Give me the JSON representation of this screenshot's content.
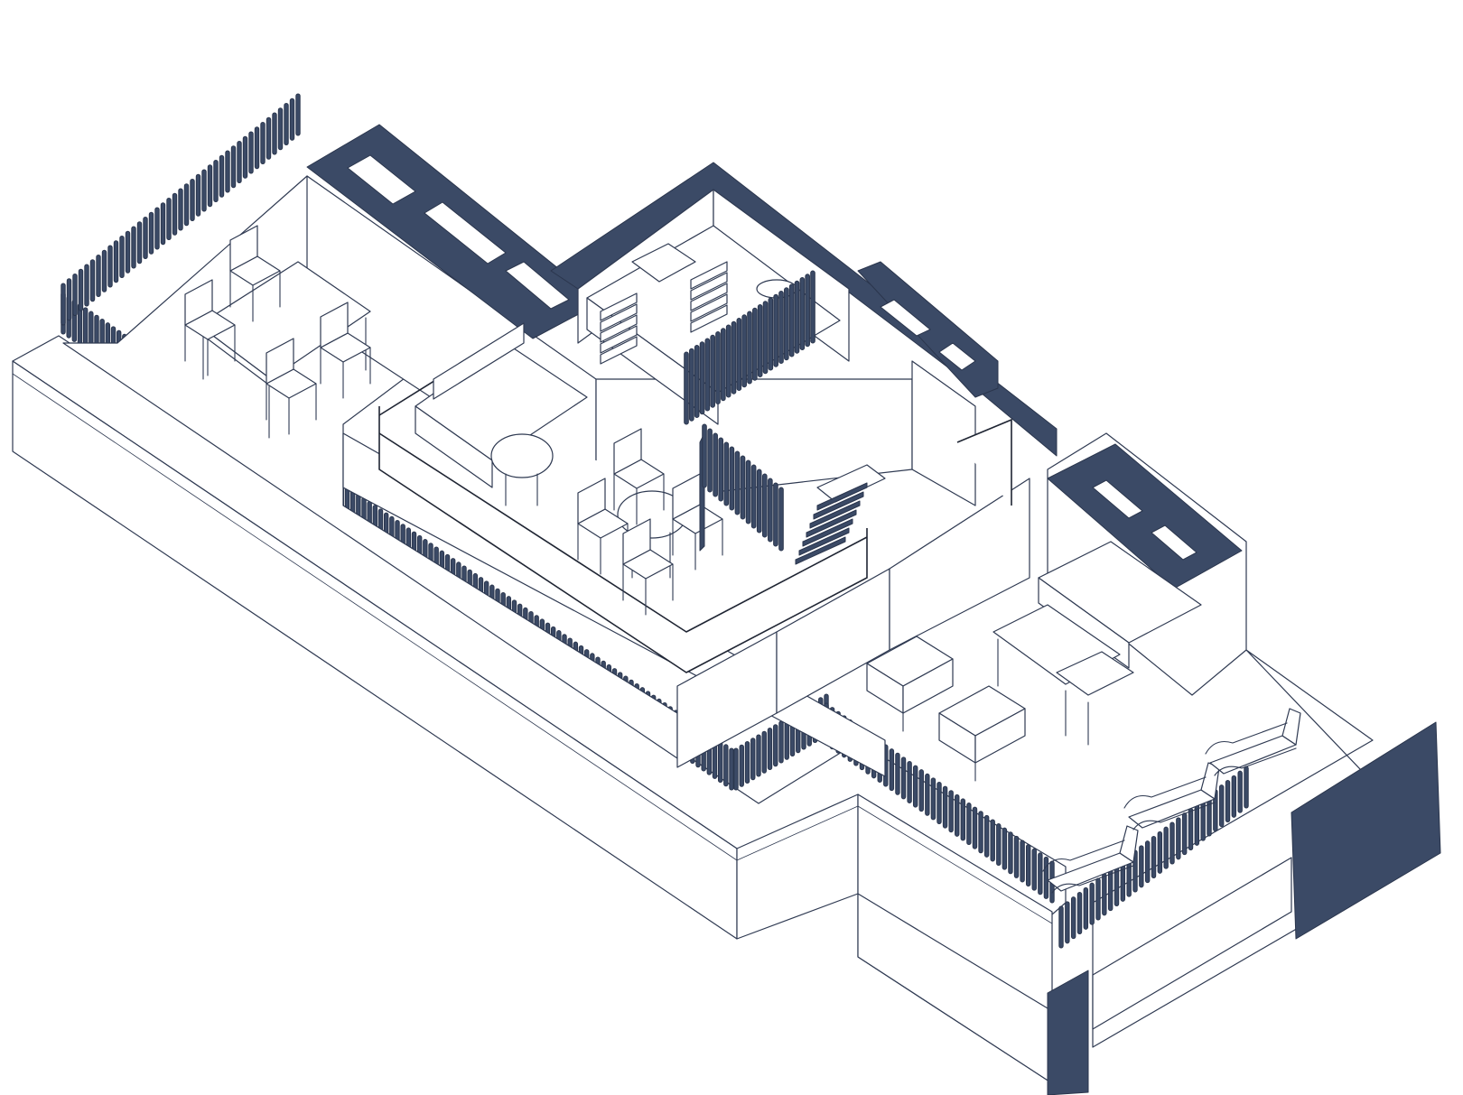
{
  "drawing": {
    "view": "isometric",
    "colors": {
      "accent": "#3b4a66",
      "line": "#2f3a52",
      "background": "#ffffff"
    },
    "icons": [
      "terrace-floor-slab",
      "perimeter-fence",
      "dining-set",
      "sofa",
      "kitchenette",
      "round-table",
      "glass-railing",
      "staircase",
      "lounge-armchairs",
      "sun-loungers",
      "privacy-screen"
    ]
  }
}
